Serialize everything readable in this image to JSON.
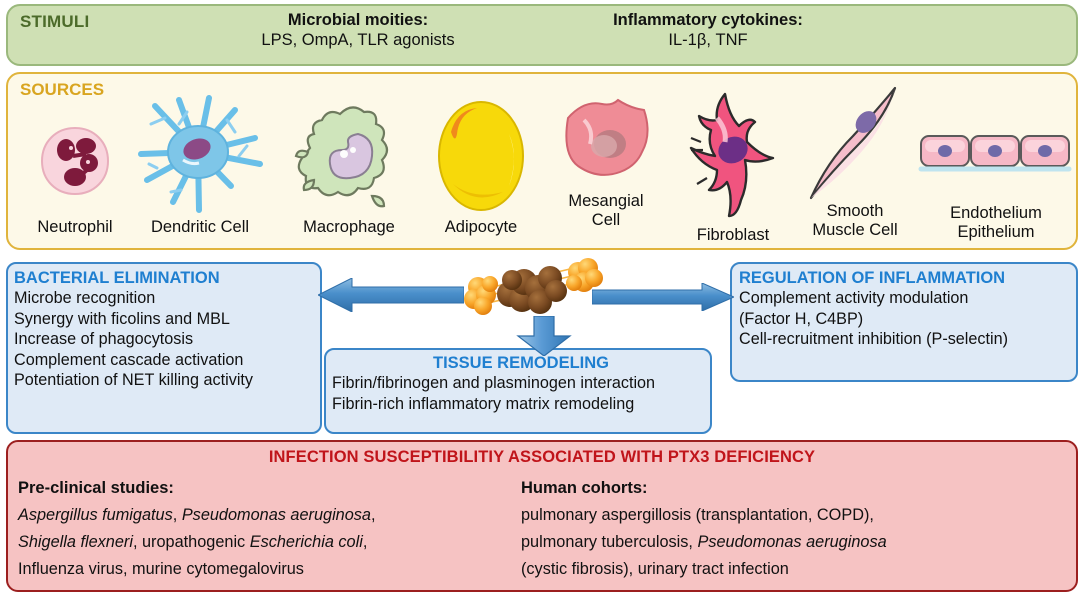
{
  "stimuli": {
    "tag": "STIMULI",
    "columns": [
      {
        "heading": "Microbial moities:",
        "value": "LPS, OmpA, TLR agonists"
      },
      {
        "heading": "Inflammatory cytokines:",
        "value": "IL-1β, TNF"
      }
    ],
    "colors": {
      "background": "#cfe0b4",
      "border": "#9ab87c",
      "tag": "#4c6b2a"
    }
  },
  "sources": {
    "tag": "SOURCES",
    "colors": {
      "background": "#fdf9e8",
      "border": "#e0b43c",
      "tag": "#d9a520"
    },
    "cells": [
      {
        "name": "neutrophil",
        "label": "Neutrophil",
        "label2": ""
      },
      {
        "name": "dendritic-cell",
        "label": "Dendritic Cell",
        "label2": ""
      },
      {
        "name": "macrophage",
        "label": "Macrophage",
        "label2": ""
      },
      {
        "name": "adipocyte",
        "label": "Adipocyte",
        "label2": ""
      },
      {
        "name": "mesangial-cell",
        "label": "Mesangial",
        "label2": "Cell"
      },
      {
        "name": "fibroblast",
        "label": "Fibroblast",
        "label2": ""
      },
      {
        "name": "smooth-muscle-cell",
        "label": "Smooth",
        "label2": "Muscle Cell"
      },
      {
        "name": "endothelium-epithelium",
        "label": "Endothelium",
        "label2": "Epithelium"
      }
    ]
  },
  "functions": {
    "accent": "#1f7fd0",
    "panel_bg": "#dfeaf6",
    "bacterial": {
      "title": "BACTERIAL ELIMINATION",
      "lines": [
        "Microbe recognition",
        "Synergy with ficolins and MBL",
        "Increase of phagocytosis",
        "Complement cascade activation",
        "Potentiation of NET killing activity"
      ]
    },
    "regulation": {
      "title": "REGULATION OF INFLAMMATION",
      "lines": [
        "Complement activity modulation",
        "(Factor H, C4BP)",
        "Cell-recruitment inhibition (P-selectin)"
      ]
    },
    "tissue": {
      "title": "TISSUE REMODELING",
      "lines": [
        "Fibrin/fibrinogen and plasminogen interaction",
        "Fibrin-rich inflammatory matrix remodeling"
      ]
    }
  },
  "molecule": {
    "name": "ptx3-octamer",
    "core_color": "#7a4a22",
    "arm_color": "#f9a72b"
  },
  "arrows": {
    "color": "#4a8fcb",
    "left": "arrow-left",
    "right": "arrow-right",
    "down": "arrow-down"
  },
  "infection": {
    "title": "INFECTION SUSCEPTIBILITIY ASSOCIATED WITH PTX3 DEFICIENCY",
    "colors": {
      "background": "#f6c3c3",
      "border": "#9c1f1f",
      "title": "#c0141a"
    },
    "columns": [
      {
        "heading": "Pre-clinical studies:",
        "lines": [
          [
            {
              "t": "Aspergillus fumigatus",
              "i": true
            },
            {
              "t": ", ",
              "i": false
            },
            {
              "t": "Pseudomonas aeruginosa",
              "i": true
            },
            {
              "t": ",",
              "i": false
            }
          ],
          [
            {
              "t": "Shigella flexneri",
              "i": true
            },
            {
              "t": ", uropathogenic ",
              "i": false
            },
            {
              "t": "Escherichia coli",
              "i": true
            },
            {
              "t": ",",
              "i": false
            }
          ],
          [
            {
              "t": "Influenza virus, murine cytomegalovirus",
              "i": false
            }
          ]
        ]
      },
      {
        "heading": "Human cohorts:",
        "lines": [
          [
            {
              "t": "pulmonary aspergillosis (transplantation, COPD),",
              "i": false
            }
          ],
          [
            {
              "t": "pulmonary tuberculosis, ",
              "i": false
            },
            {
              "t": "Pseudomonas aeruginosa",
              "i": true
            }
          ],
          [
            {
              "t": "(cystic fibrosis), urinary tract infection",
              "i": false
            }
          ]
        ]
      }
    ]
  }
}
